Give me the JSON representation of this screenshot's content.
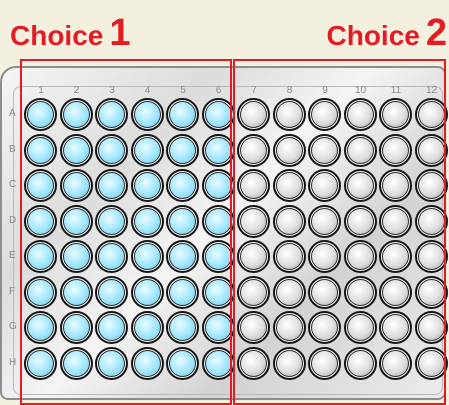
{
  "titles": [
    {
      "word": "Choice",
      "number": "1"
    },
    {
      "word": "Choice",
      "number": "2"
    }
  ],
  "plate": {
    "column_labels": [
      "1",
      "2",
      "3",
      "4",
      "5",
      "6",
      "7",
      "8",
      "9",
      "10",
      "11",
      "12"
    ],
    "row_labels": [
      "A",
      "B",
      "C",
      "D",
      "E",
      "F",
      "G",
      "H"
    ],
    "filled_columns": [
      "1",
      "2",
      "3",
      "4",
      "5",
      "6"
    ],
    "empty_columns": [
      "7",
      "8",
      "9",
      "10",
      "11",
      "12"
    ]
  },
  "colors": {
    "accent": "#e31b23",
    "filled_well": "#a5e8ff",
    "empty_well": "#dcdcdc",
    "background": "#f4f0df"
  }
}
